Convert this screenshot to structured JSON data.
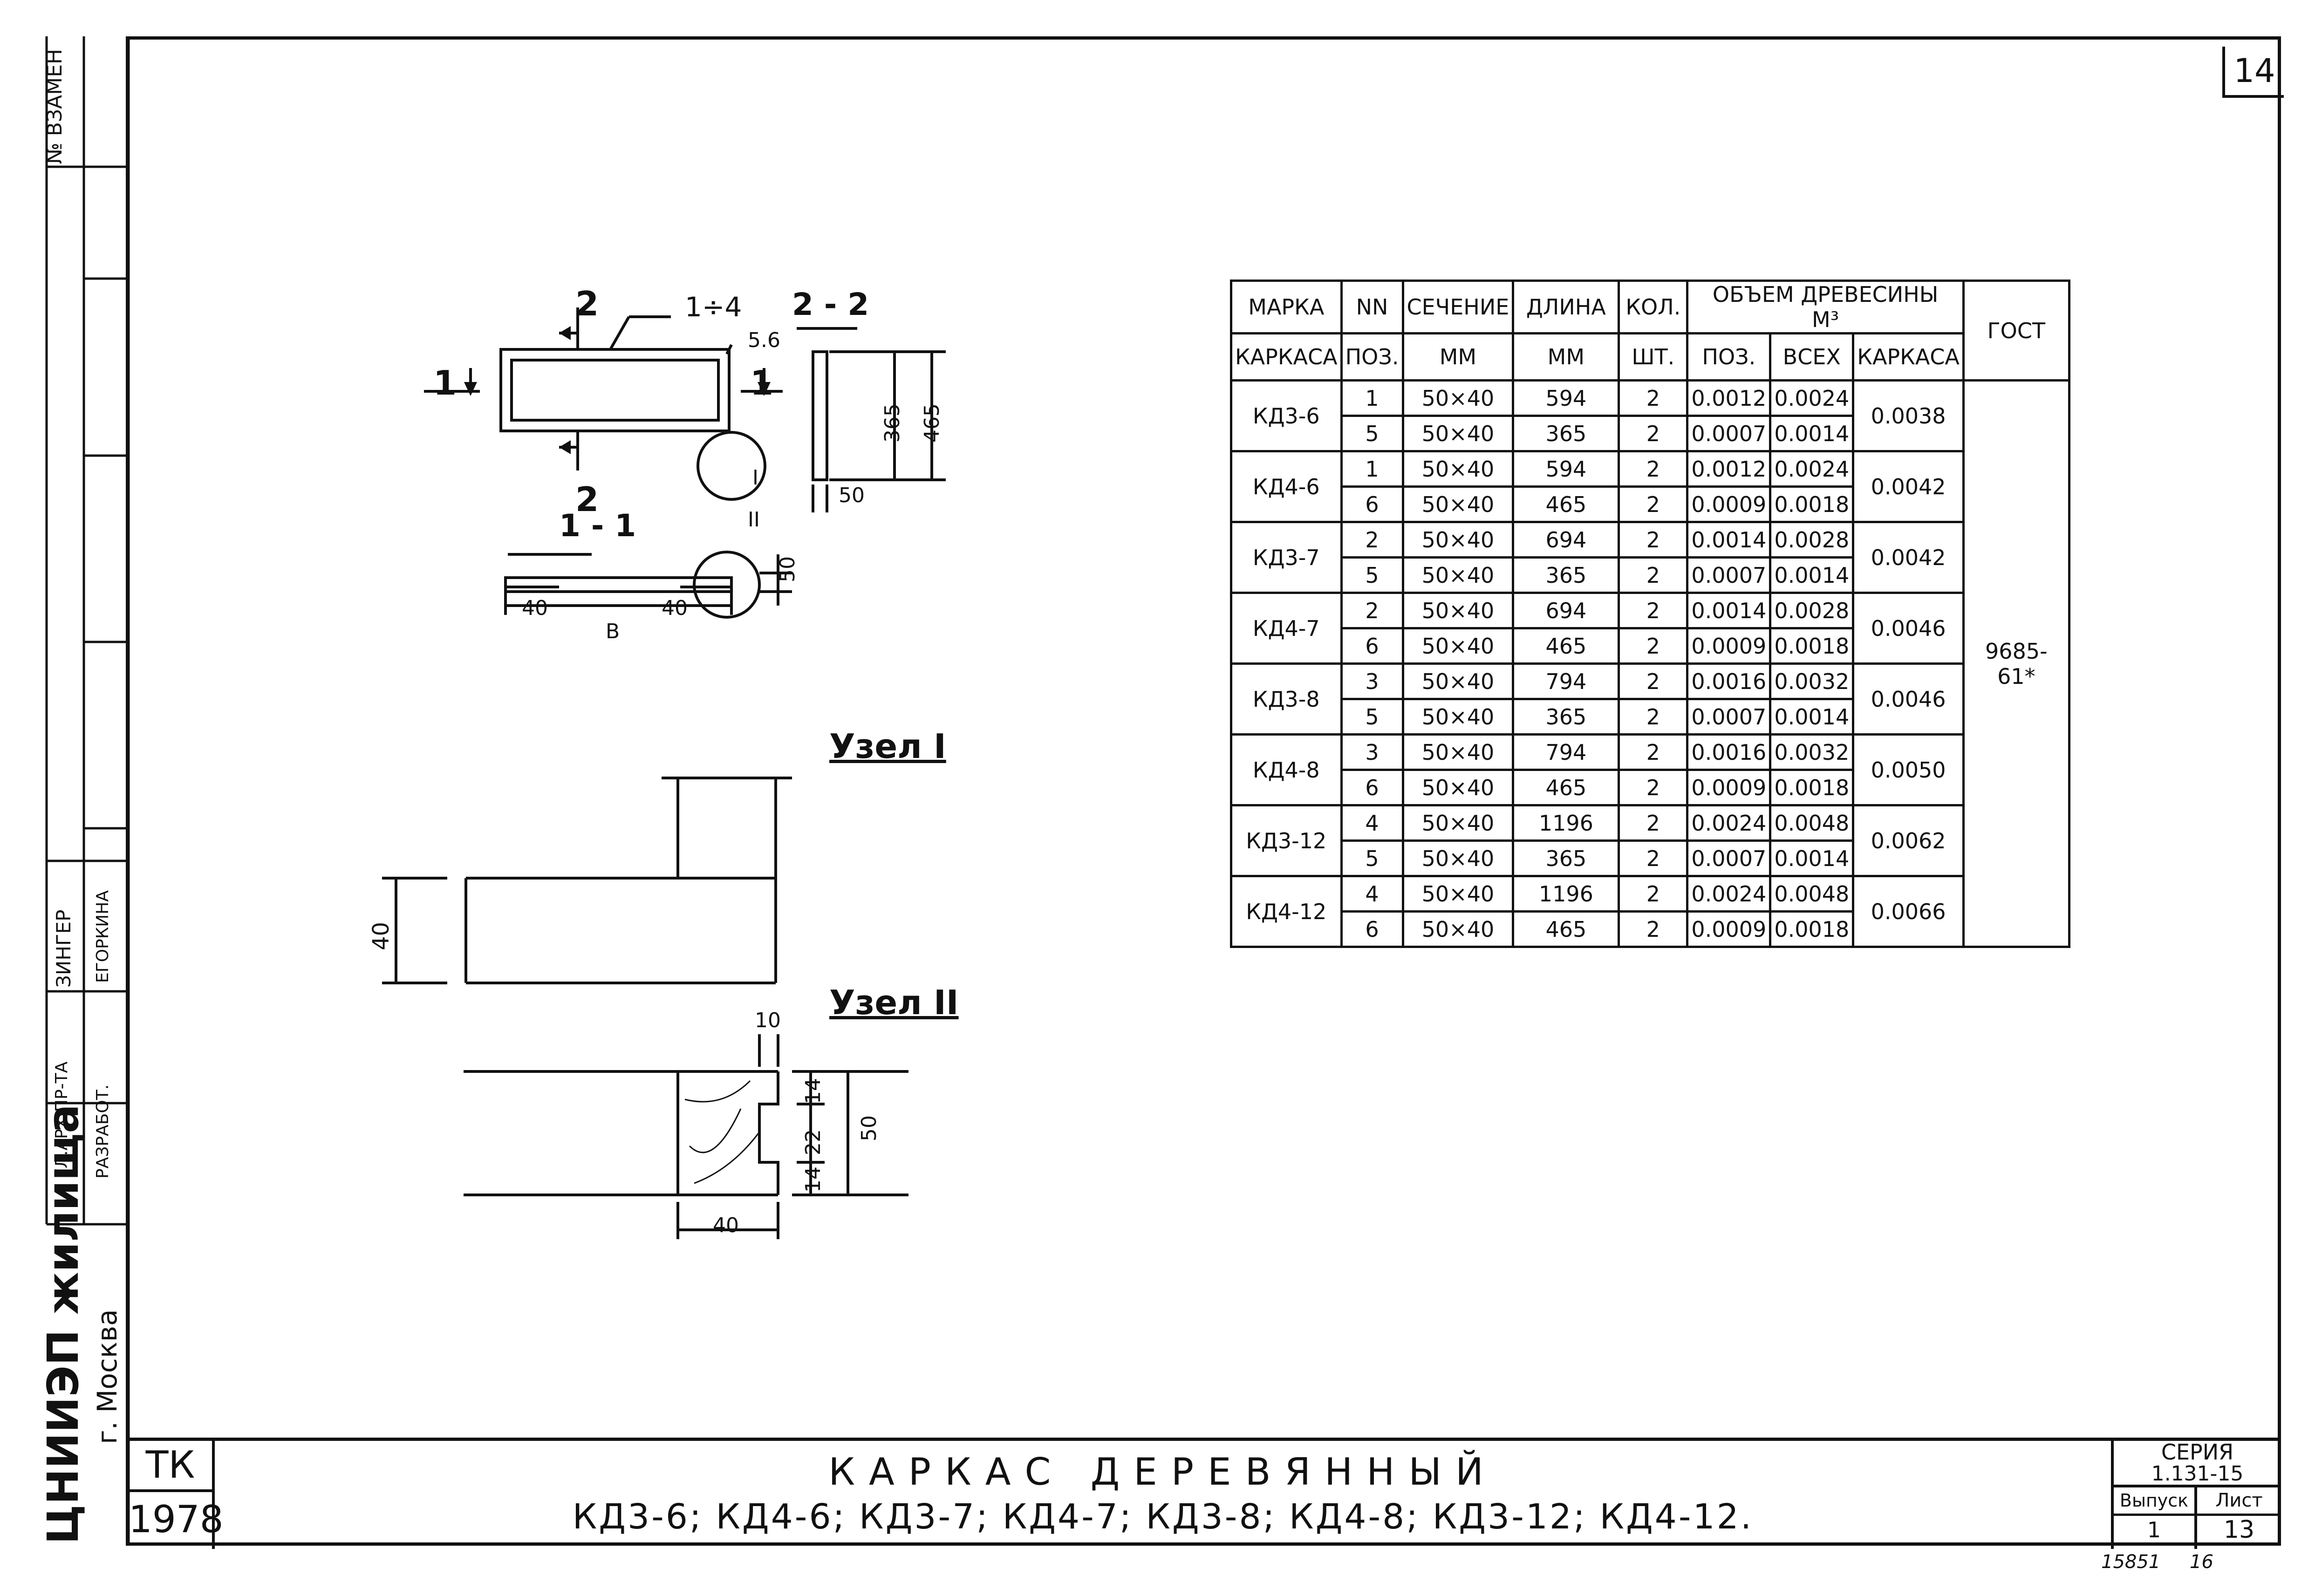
{
  "sheet_number": "14",
  "side_strip": {
    "replaced_label": "№ ВЗАМЕН",
    "author_label": "ЗИНГЕР",
    "chief_role": "ГЛ.АРХ.ПР-ТА",
    "developer_role": "РАЗРАБОТ.",
    "developer_name": "ЕГОРКИНА",
    "organization": "ЦНИИЭП жилища",
    "city": "г. Москва"
  },
  "drawing": {
    "section_2_mark": "2",
    "section_1_mark": "1",
    "pos_range": "1÷4",
    "section_2_2": "2 - 2",
    "section_1_1": "1 - 1",
    "dim_56": "5.6",
    "dim_365": "365",
    "dim_465": "465",
    "dim_50a": "50",
    "dim_50b": "50",
    "dim_40a": "40",
    "dim_40b": "40",
    "dim_B": "В",
    "node_I_ref": "I",
    "node_II_ref": "II",
    "node_I_title": "Узел I",
    "node_II_title": "Узел II",
    "node_I_dim": "40",
    "node_II_dim_10": "10",
    "node_II_dim_14a": "14",
    "node_II_dim_22": "22",
    "node_II_dim_14b": "14",
    "node_II_dim_50": "50",
    "node_II_dim_40": "40"
  },
  "table": {
    "headers": {
      "mark": "МАРКА",
      "mark2": "КАРКАСА",
      "pos": "NN",
      "pos2": "ПОЗ.",
      "section": "СЕЧЕНИЕ",
      "section_unit": "ММ",
      "length": "ДЛИНА",
      "length_unit": "ММ",
      "qty": "КОЛ.",
      "qty_unit": "ШТ.",
      "volume": "ОБЪЕМ ДРЕВЕСИНЫ",
      "volume_unit": "М³",
      "vol_pos": "ПОЗ.",
      "vol_all": "ВСЕХ",
      "vol_frame": "КАРКАСА",
      "gost": "ГОСТ"
    },
    "gost_value": "9685-61*",
    "groups": [
      {
        "mark": "КД3-6",
        "frame": "0.0038",
        "rows": [
          {
            "pos": "1",
            "section": "50×40",
            "length": "594",
            "qty": "2",
            "vpos": "0.0012",
            "vall": "0.0024"
          },
          {
            "pos": "5",
            "section": "50×40",
            "length": "365",
            "qty": "2",
            "vpos": "0.0007",
            "vall": "0.0014"
          }
        ]
      },
      {
        "mark": "КД4-6",
        "frame": "0.0042",
        "rows": [
          {
            "pos": "1",
            "section": "50×40",
            "length": "594",
            "qty": "2",
            "vpos": "0.0012",
            "vall": "0.0024"
          },
          {
            "pos": "6",
            "section": "50×40",
            "length": "465",
            "qty": "2",
            "vpos": "0.0009",
            "vall": "0.0018"
          }
        ]
      },
      {
        "mark": "КД3-7",
        "frame": "0.0042",
        "rows": [
          {
            "pos": "2",
            "section": "50×40",
            "length": "694",
            "qty": "2",
            "vpos": "0.0014",
            "vall": "0.0028"
          },
          {
            "pos": "5",
            "section": "50×40",
            "length": "365",
            "qty": "2",
            "vpos": "0.0007",
            "vall": "0.0014"
          }
        ]
      },
      {
        "mark": "КД4-7",
        "frame": "0.0046",
        "rows": [
          {
            "pos": "2",
            "section": "50×40",
            "length": "694",
            "qty": "2",
            "vpos": "0.0014",
            "vall": "0.0028"
          },
          {
            "pos": "6",
            "section": "50×40",
            "length": "465",
            "qty": "2",
            "vpos": "0.0009",
            "vall": "0.0018"
          }
        ]
      },
      {
        "mark": "КД3-8",
        "frame": "0.0046",
        "rows": [
          {
            "pos": "3",
            "section": "50×40",
            "length": "794",
            "qty": "2",
            "vpos": "0.0016",
            "vall": "0.0032"
          },
          {
            "pos": "5",
            "section": "50×40",
            "length": "365",
            "qty": "2",
            "vpos": "0.0007",
            "vall": "0.0014"
          }
        ]
      },
      {
        "mark": "КД4-8",
        "frame": "0.0050",
        "rows": [
          {
            "pos": "3",
            "section": "50×40",
            "length": "794",
            "qty": "2",
            "vpos": "0.0016",
            "vall": "0.0032"
          },
          {
            "pos": "6",
            "section": "50×40",
            "length": "465",
            "qty": "2",
            "vpos": "0.0009",
            "vall": "0.0018"
          }
        ]
      },
      {
        "mark": "КД3-12",
        "frame": "0.0062",
        "rows": [
          {
            "pos": "4",
            "section": "50×40",
            "length": "1196",
            "qty": "2",
            "vpos": "0.0024",
            "vall": "0.0048"
          },
          {
            "pos": "5",
            "section": "50×40",
            "length": "365",
            "qty": "2",
            "vpos": "0.0007",
            "vall": "0.0014"
          }
        ]
      },
      {
        "mark": "КД4-12",
        "frame": "0.0066",
        "rows": [
          {
            "pos": "4",
            "section": "50×40",
            "length": "1196",
            "qty": "2",
            "vpos": "0.0024",
            "vall": "0.0048"
          },
          {
            "pos": "6",
            "section": "50×40",
            "length": "465",
            "qty": "2",
            "vpos": "0.0009",
            "vall": "0.0018"
          }
        ]
      }
    ]
  },
  "title_block": {
    "code": "ТК",
    "year": "1978",
    "title": "КАРКАС  ДЕРЕВЯННЫЙ",
    "subtitle": "КД3-6; КД4-6; КД3-7; КД4-7; КД3-8; КД4-8; КД3-12; КД4-12.",
    "series_label": "СЕРИЯ",
    "series_value": "1.131-15",
    "issue_label": "Выпуск",
    "issue_value": "1",
    "sheet_label": "Лист",
    "sheet_value": "13"
  },
  "footer_numbers": {
    "left": "15851",
    "right": "16"
  }
}
